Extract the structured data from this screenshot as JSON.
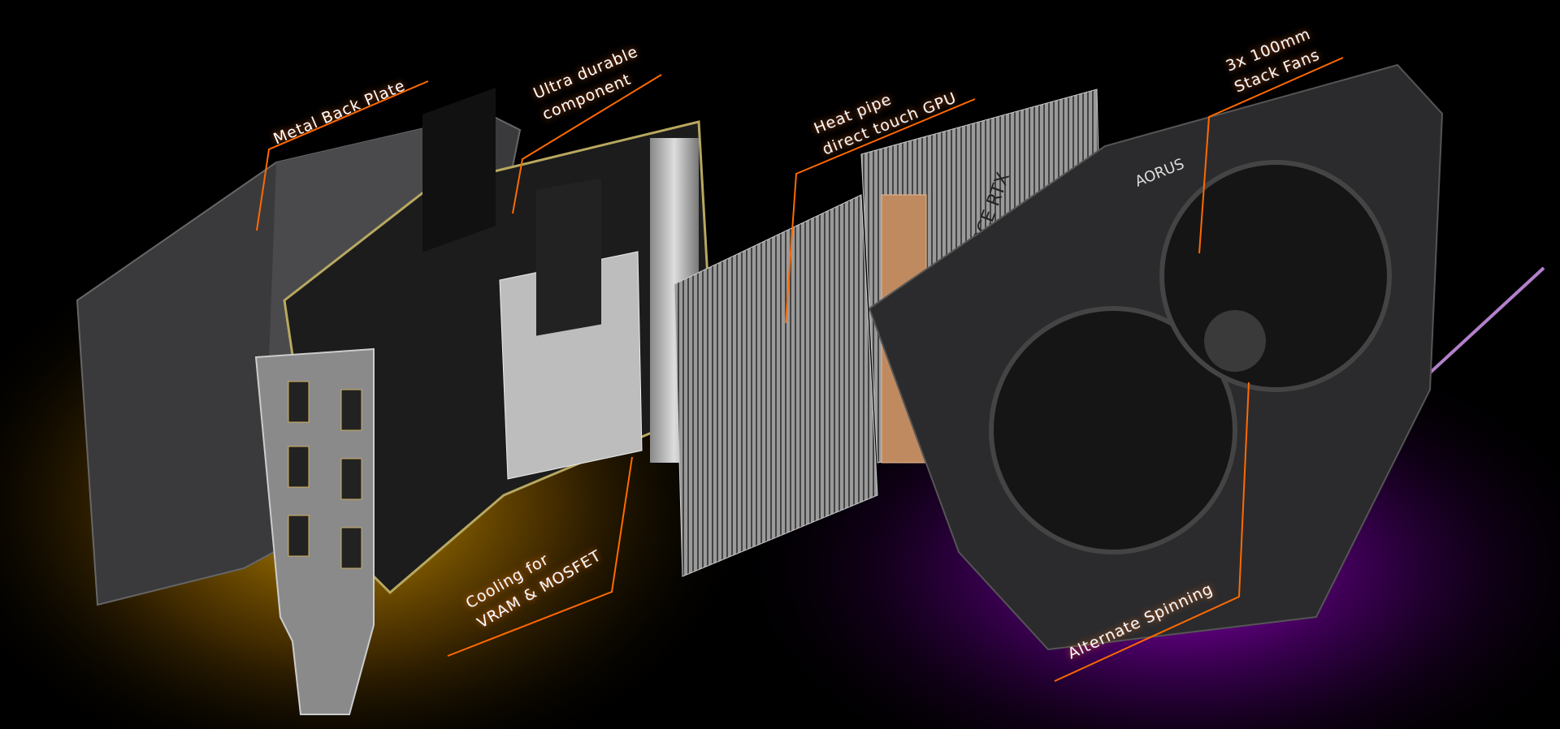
{
  "callouts": {
    "metal_back_plate": {
      "line1": "Metal Back Plate"
    },
    "ultra_durable": {
      "line1": "Ultra durable",
      "line2": "component"
    },
    "heat_pipe": {
      "line1": "Heat pipe",
      "line2": "direct touch GPU"
    },
    "stack_fans": {
      "line1": "3x 100mm",
      "line2": "Stack Fans"
    },
    "cooling": {
      "line1": "Cooling for",
      "line2": "VRAM & MOSFET"
    },
    "alternate_spinning": {
      "line1": "Alternate Spinning"
    }
  },
  "product": {
    "shroud_logo": "AORUS",
    "heatsink_print": "GEFORCE RTX"
  },
  "colors": {
    "accent": "#ff6a00",
    "left_glow": "#f2b300",
    "right_glow": "#b000ff",
    "background": "#000000"
  }
}
